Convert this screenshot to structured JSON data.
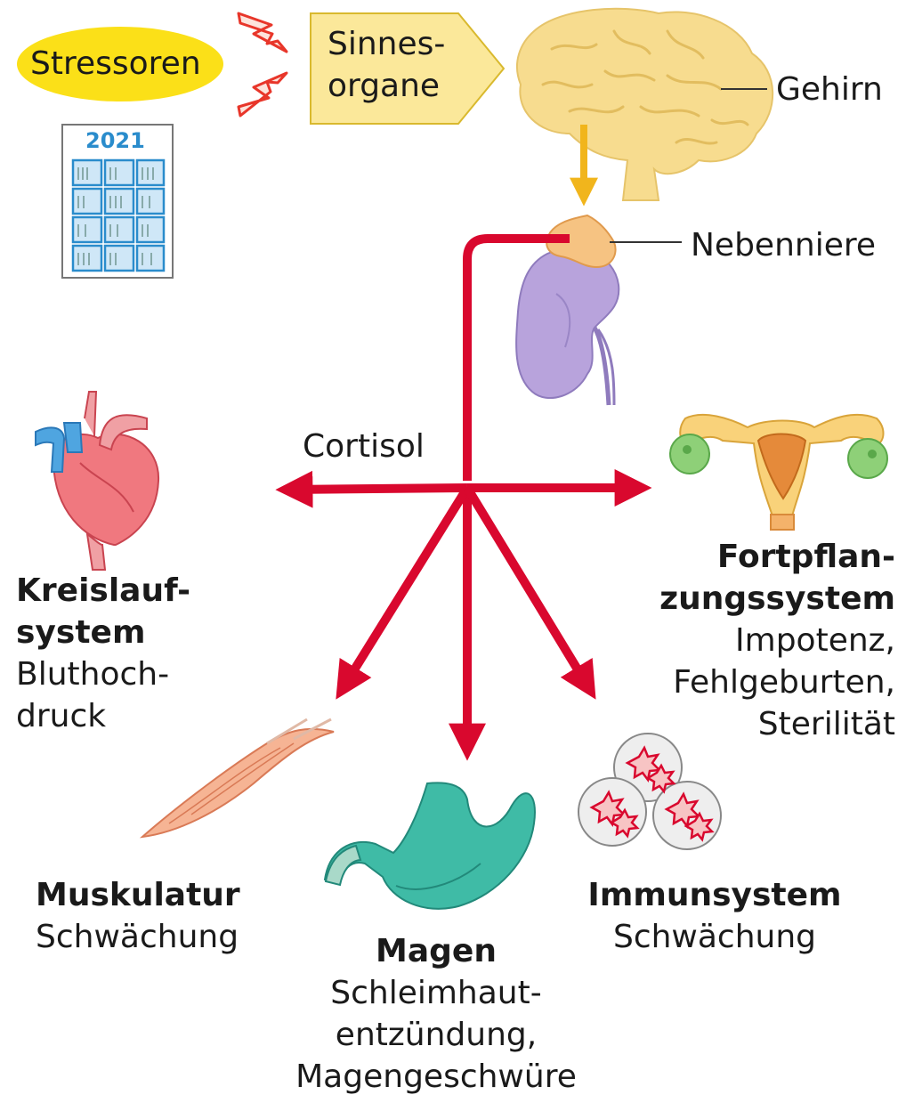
{
  "stressoren": "Stressoren",
  "calendar_year": "2021",
  "sinnesorgane": [
    "Sinnes-",
    "organe"
  ],
  "gehirn": "Gehirn",
  "nebenniere": "Nebenniere",
  "cortisol": "Cortisol",
  "kreislauf": {
    "title": [
      "Kreislauf-",
      "system"
    ],
    "effect": [
      "Bluthoch-",
      "druck"
    ]
  },
  "fortpflanzung": {
    "title": [
      "Fortpflan-",
      "zungssystem"
    ],
    "effect": [
      "Impotenz,",
      "Fehlgeburten,",
      "Sterilität"
    ]
  },
  "muskulatur": {
    "title": "Muskulatur",
    "effect": "Schwächung"
  },
  "magen": {
    "title": "Magen",
    "effect": [
      "Schleimhaut-",
      "entzündung,",
      "Magengeschwüre"
    ]
  },
  "immunsystem": {
    "title": "Immunsystem",
    "effect": "Schwächung"
  },
  "colors": {
    "arrow": "#d9082e",
    "bolt": "#e8362a",
    "stressor_fill": "#fbe018",
    "sense_fill": "#fbe89a",
    "brain": "#f7dc8f",
    "kidney": "#b8a3dc",
    "adrenal": "#f6c382",
    "calendar": "#2a8ccc"
  },
  "icons": [
    "lightning-bolt-icon",
    "calendar-icon",
    "brain-icon",
    "kidney-icon",
    "heart-icon",
    "uterus-icon",
    "muscle-icon",
    "stomach-icon",
    "immune-cells-icon"
  ]
}
